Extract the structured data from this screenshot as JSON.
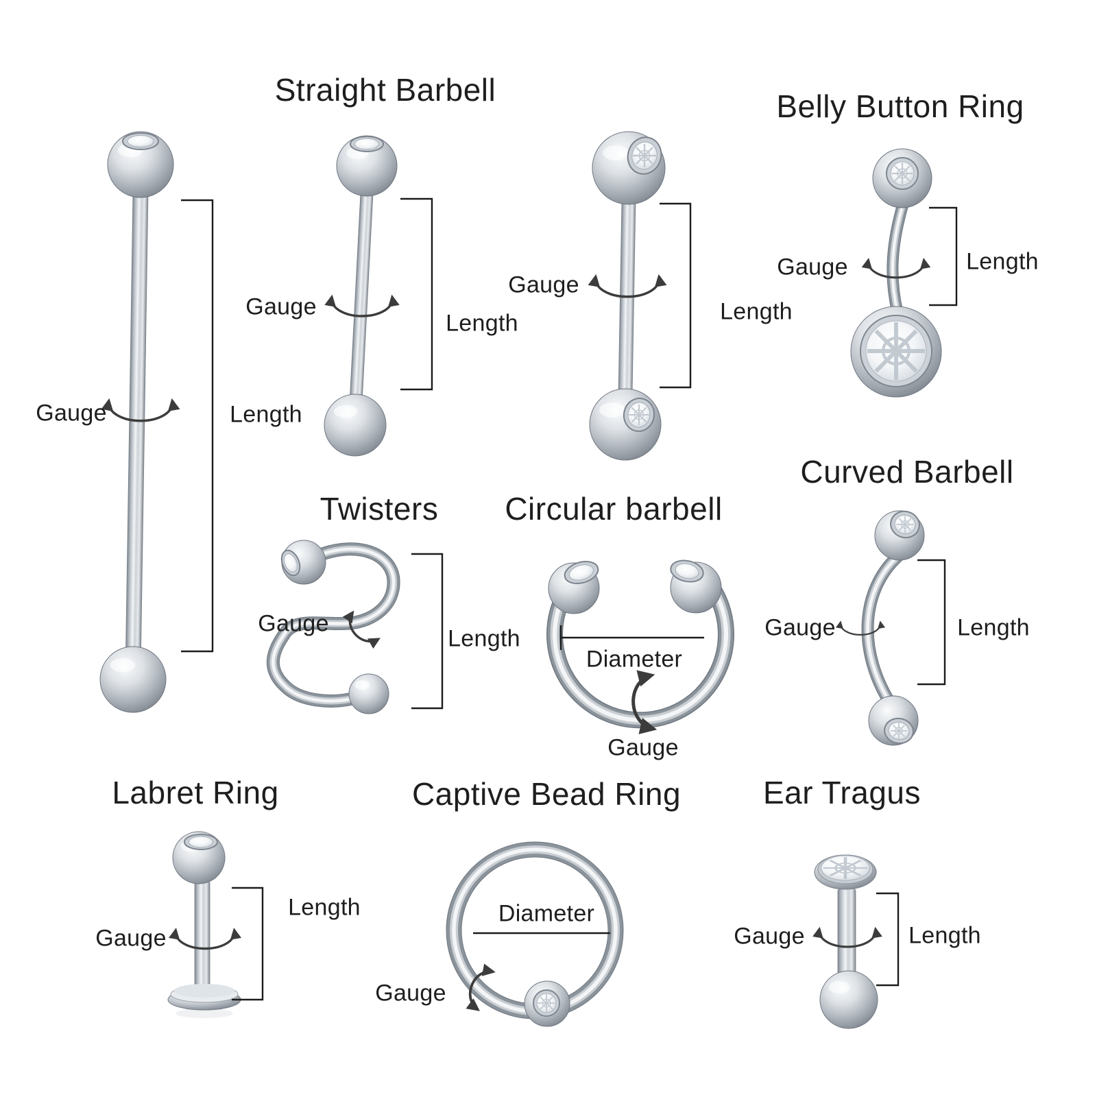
{
  "colors": {
    "background": "#ffffff",
    "label_text": "#1e1e1e",
    "annotation_line": "#1b1b1b",
    "rotation_arrow": "#3c3c3c",
    "metal_highlight": "#f3f5f7",
    "metal_mid": "#c6cbd0",
    "metal_shadow": "#79818a"
  },
  "sections": {
    "straight_barbell": {
      "title": "Straight Barbell",
      "variants": {
        "long": {
          "gauge": "Gauge",
          "length": "Length"
        },
        "medium": {
          "gauge": "Gauge",
          "length": "Length"
        },
        "short": {
          "gauge": "Gauge",
          "length": "Length"
        }
      }
    },
    "belly_button_ring": {
      "title": "Belly Button Ring",
      "gauge": "Gauge",
      "length": "Length"
    },
    "twisters": {
      "title": "Twisters",
      "gauge": "Gauge",
      "length": "Length"
    },
    "circular_barbell": {
      "title": "Circular barbell",
      "diameter": "Diameter",
      "gauge": "Gauge"
    },
    "curved_barbell": {
      "title": "Curved Barbell",
      "gauge": "Gauge",
      "length": "Length"
    },
    "labret_ring": {
      "title": "Labret Ring",
      "gauge": "Gauge",
      "length": "Length"
    },
    "captive_bead_ring": {
      "title": "Captive Bead Ring",
      "diameter": "Diameter",
      "gauge": "Gauge"
    },
    "ear_tragus": {
      "title": "Ear Tragus",
      "gauge": "Gauge",
      "length": "Length"
    }
  }
}
